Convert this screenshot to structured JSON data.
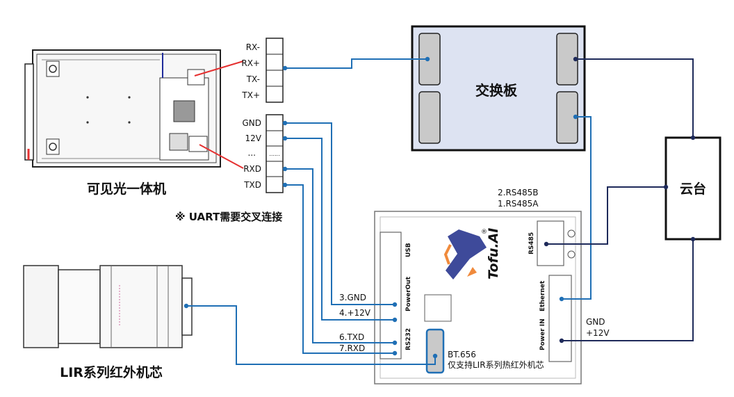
{
  "colors": {
    "wire_blue": "#1f6fb5",
    "wire_dark": "#1e2a5a",
    "wire_red": "#e53030",
    "board_fill": "#dde3f2",
    "pad_fill": "#c9c9c9"
  },
  "labels": {
    "visible_cam": "可见光一体机",
    "ir_core": "LIR系列红外机芯",
    "uart_note": "※ UART需要交叉连接",
    "switch_board": "交换板",
    "gimbal": "云台",
    "rs485_lines": [
      "2.RS485B",
      "1.RS485A"
    ],
    "gnd_12v": [
      "GND",
      "+12V"
    ],
    "bt656": [
      "BT.656",
      "仅支持LIR系列热红外机芯"
    ],
    "brand": "Tofu.AI",
    "registered": "®"
  },
  "top_connector": [
    "RX-",
    "RX+",
    "TX-",
    "TX+"
  ],
  "bottom_connector": [
    "GND",
    "12V",
    "...",
    "RXD",
    "TXD"
  ],
  "bottom_connector_dots": "......",
  "box_ports": {
    "usb": "USB",
    "powerout": "PowerOut",
    "rs232": "RS232",
    "rs485": "RS485",
    "ethernet": "Ethernet",
    "powerin": "Power IN"
  },
  "box_wire_labels": [
    "3.GND",
    "4.+12V",
    "6.TXD",
    "7.RXD"
  ]
}
